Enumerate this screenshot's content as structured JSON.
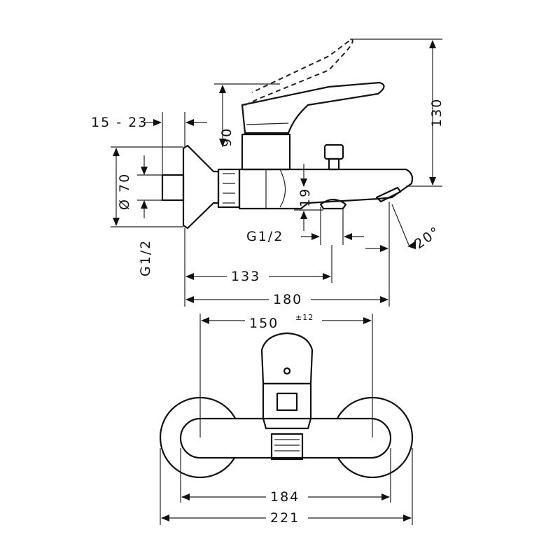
{
  "side_view": {
    "dim_offset": "15 - 23",
    "dim_diameter": "Ø 70",
    "dim_thread_left": "G1/2",
    "dim_lever_swing": "90",
    "dim_height": "130",
    "dim_spout_height": "19",
    "dim_thread_bottom": "G1/2",
    "dim_angle": "20°",
    "dim_spout_center": "133",
    "dim_projection": "180"
  },
  "front_view": {
    "dim_centers": "150",
    "dim_tolerance": "±12",
    "dim_body_width": "184",
    "dim_overall_width": "221"
  }
}
